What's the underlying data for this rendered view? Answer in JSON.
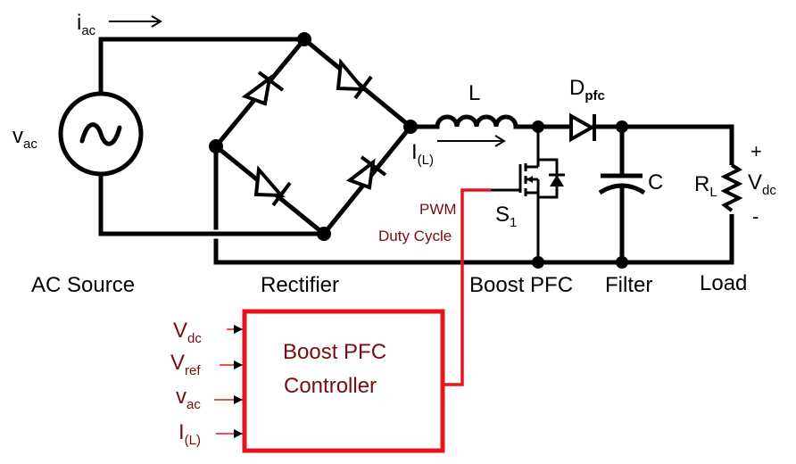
{
  "diagram": {
    "title": "Boost PFC converter block diagram",
    "source": {
      "current_label": "i",
      "current_sub": "ac",
      "voltage_label": "v",
      "voltage_sub": "ac",
      "section_label": "AC Source"
    },
    "rectifier": {
      "section_label": "Rectifier"
    },
    "boost": {
      "inductor_label": "L",
      "inductor_current_label": "I",
      "inductor_current_sub": "(L)",
      "switch_label": "S",
      "switch_sub": "1",
      "diode_label": "D",
      "diode_sub": "pfc",
      "section_label": "Boost PFC",
      "pwm_label": "PWM",
      "duty_label": "Duty Cycle"
    },
    "filter": {
      "capacitor_label": "C",
      "section_label": "Filter"
    },
    "load": {
      "resistor_label": "R",
      "resistor_sub": "L",
      "voltage_label": "V",
      "voltage_sub": "dc",
      "plus": "+",
      "minus": "-",
      "section_label": "Load"
    },
    "controller": {
      "line1": "Boost PFC",
      "line2": "Controller",
      "inputs": [
        {
          "main": "V",
          "sub": "dc"
        },
        {
          "main": "V",
          "sub": "ref"
        },
        {
          "main": "v",
          "sub": "ac"
        },
        {
          "main": "I",
          "sub": "(L)"
        }
      ]
    },
    "colors": {
      "wire": "#000000",
      "control_wire": "#e8141c",
      "control_text": "#7a0c10"
    }
  }
}
